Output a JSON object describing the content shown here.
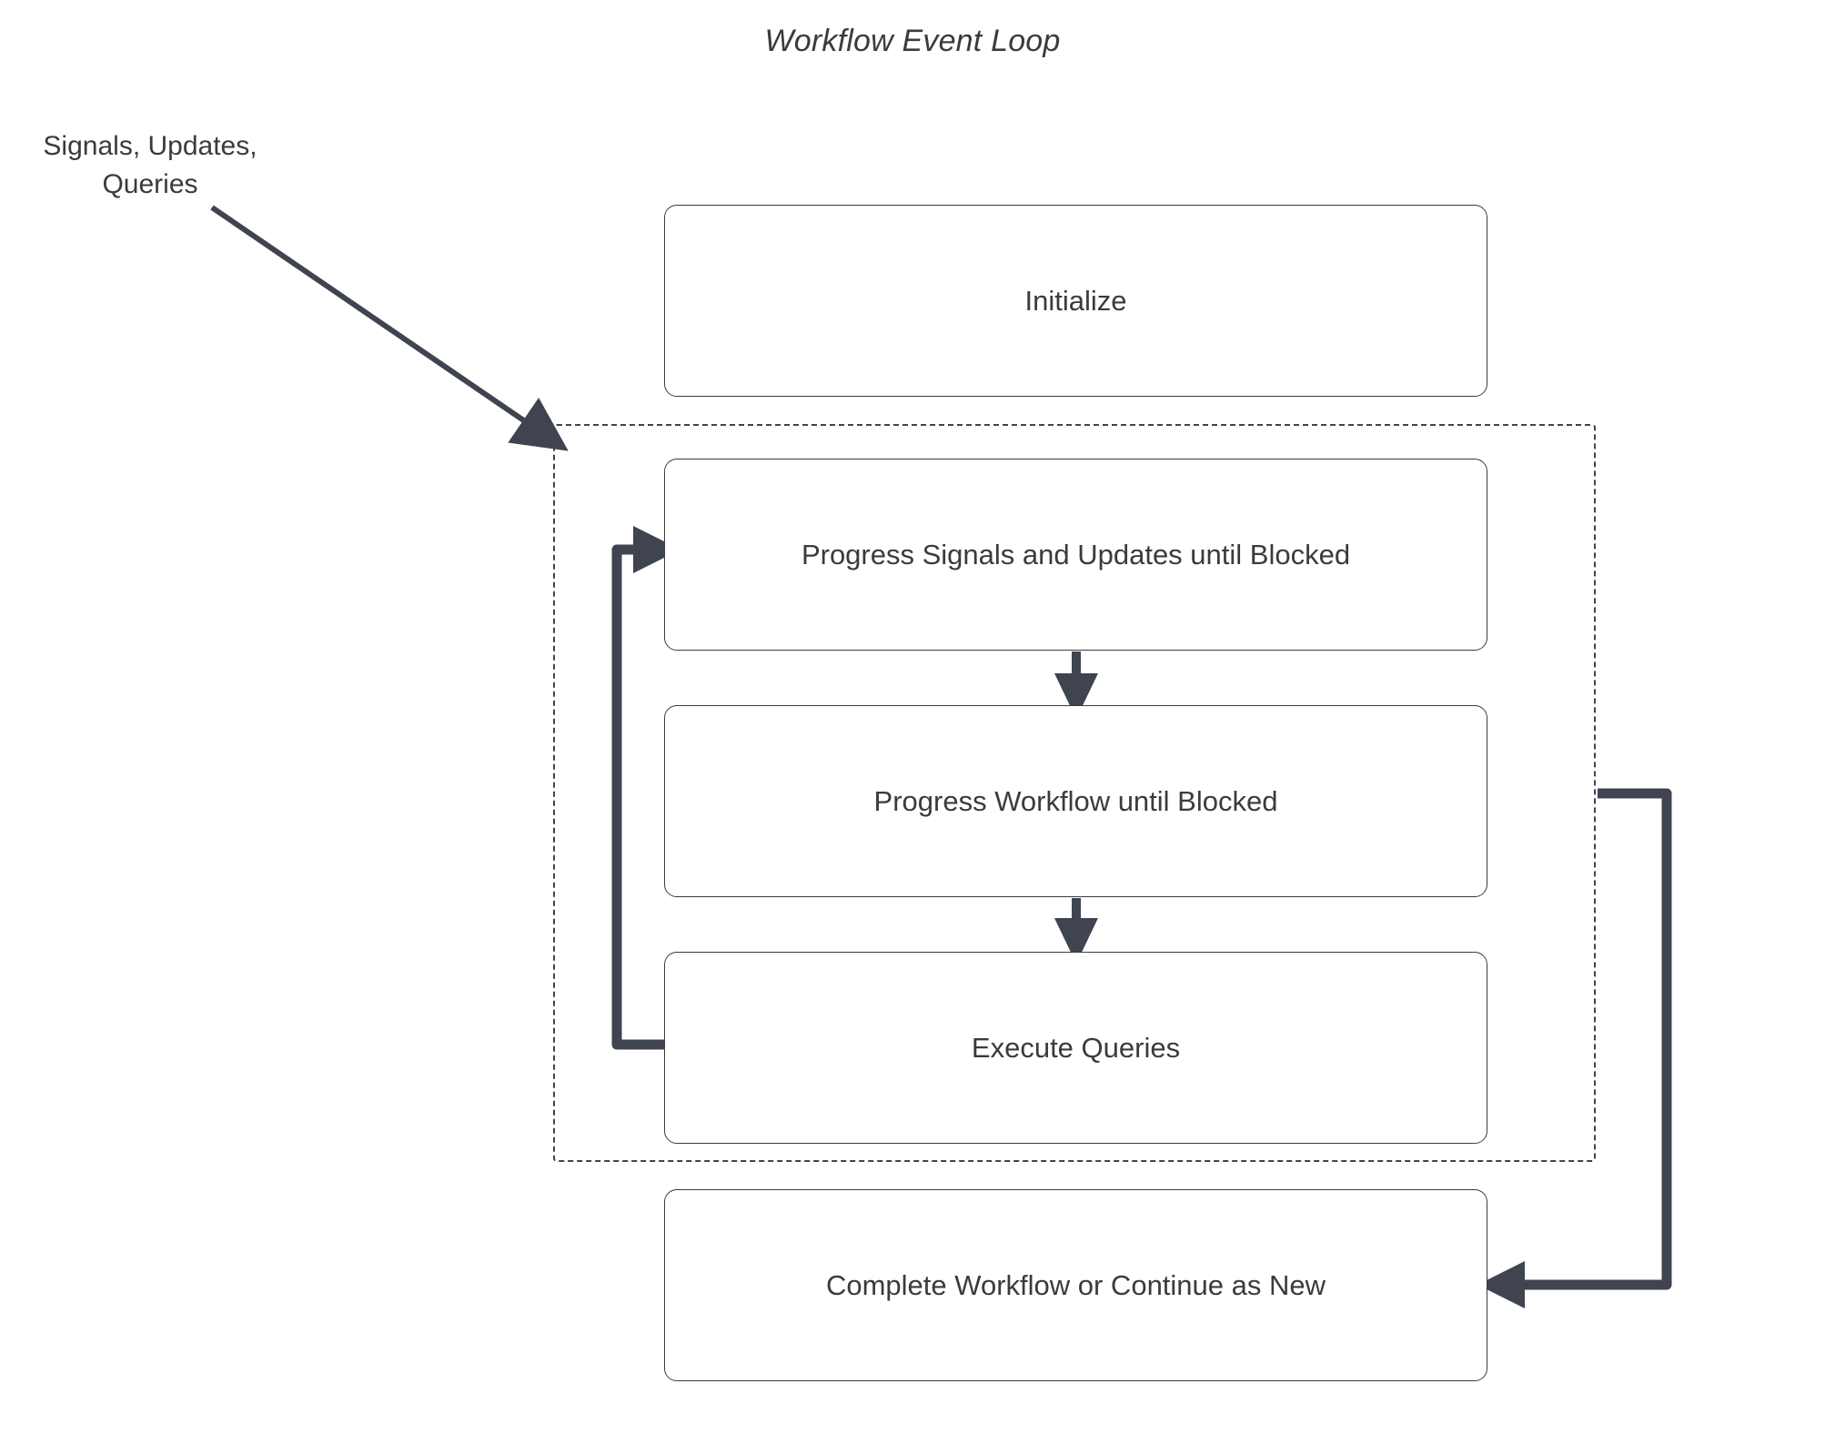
{
  "diagram": {
    "title": "Workflow Event Loop",
    "type": "flowchart",
    "colors": {
      "stroke": "#3c3c3c",
      "text": "#3b3b3b",
      "connector": "#3f4450",
      "background": "#ffffff"
    },
    "external_label": "Signals, Updates,\nQueries",
    "nodes": [
      {
        "id": "initialize",
        "label": "Initialize"
      },
      {
        "id": "progress-signals",
        "label": "Progress Signals and Updates until Blocked"
      },
      {
        "id": "progress-workflow",
        "label": "Progress Workflow until Blocked"
      },
      {
        "id": "execute-queries",
        "label": "Execute Queries"
      },
      {
        "id": "complete",
        "label": "Complete Workflow or Continue as New"
      }
    ],
    "loop_group": {
      "id": "event-loop-group",
      "style": "dashed",
      "members": [
        "progress-signals",
        "progress-workflow",
        "execute-queries"
      ]
    },
    "edges": [
      {
        "from": "external-input",
        "to": "event-loop-group",
        "style": "diagonal-arrow"
      },
      {
        "from": "progress-signals",
        "to": "progress-workflow",
        "style": "down-arrow"
      },
      {
        "from": "progress-workflow",
        "to": "execute-queries",
        "style": "down-arrow"
      },
      {
        "from": "execute-queries",
        "to": "progress-signals",
        "style": "left-loop-back"
      },
      {
        "from": "event-loop-group",
        "to": "complete",
        "style": "right-loop-down"
      }
    ]
  }
}
